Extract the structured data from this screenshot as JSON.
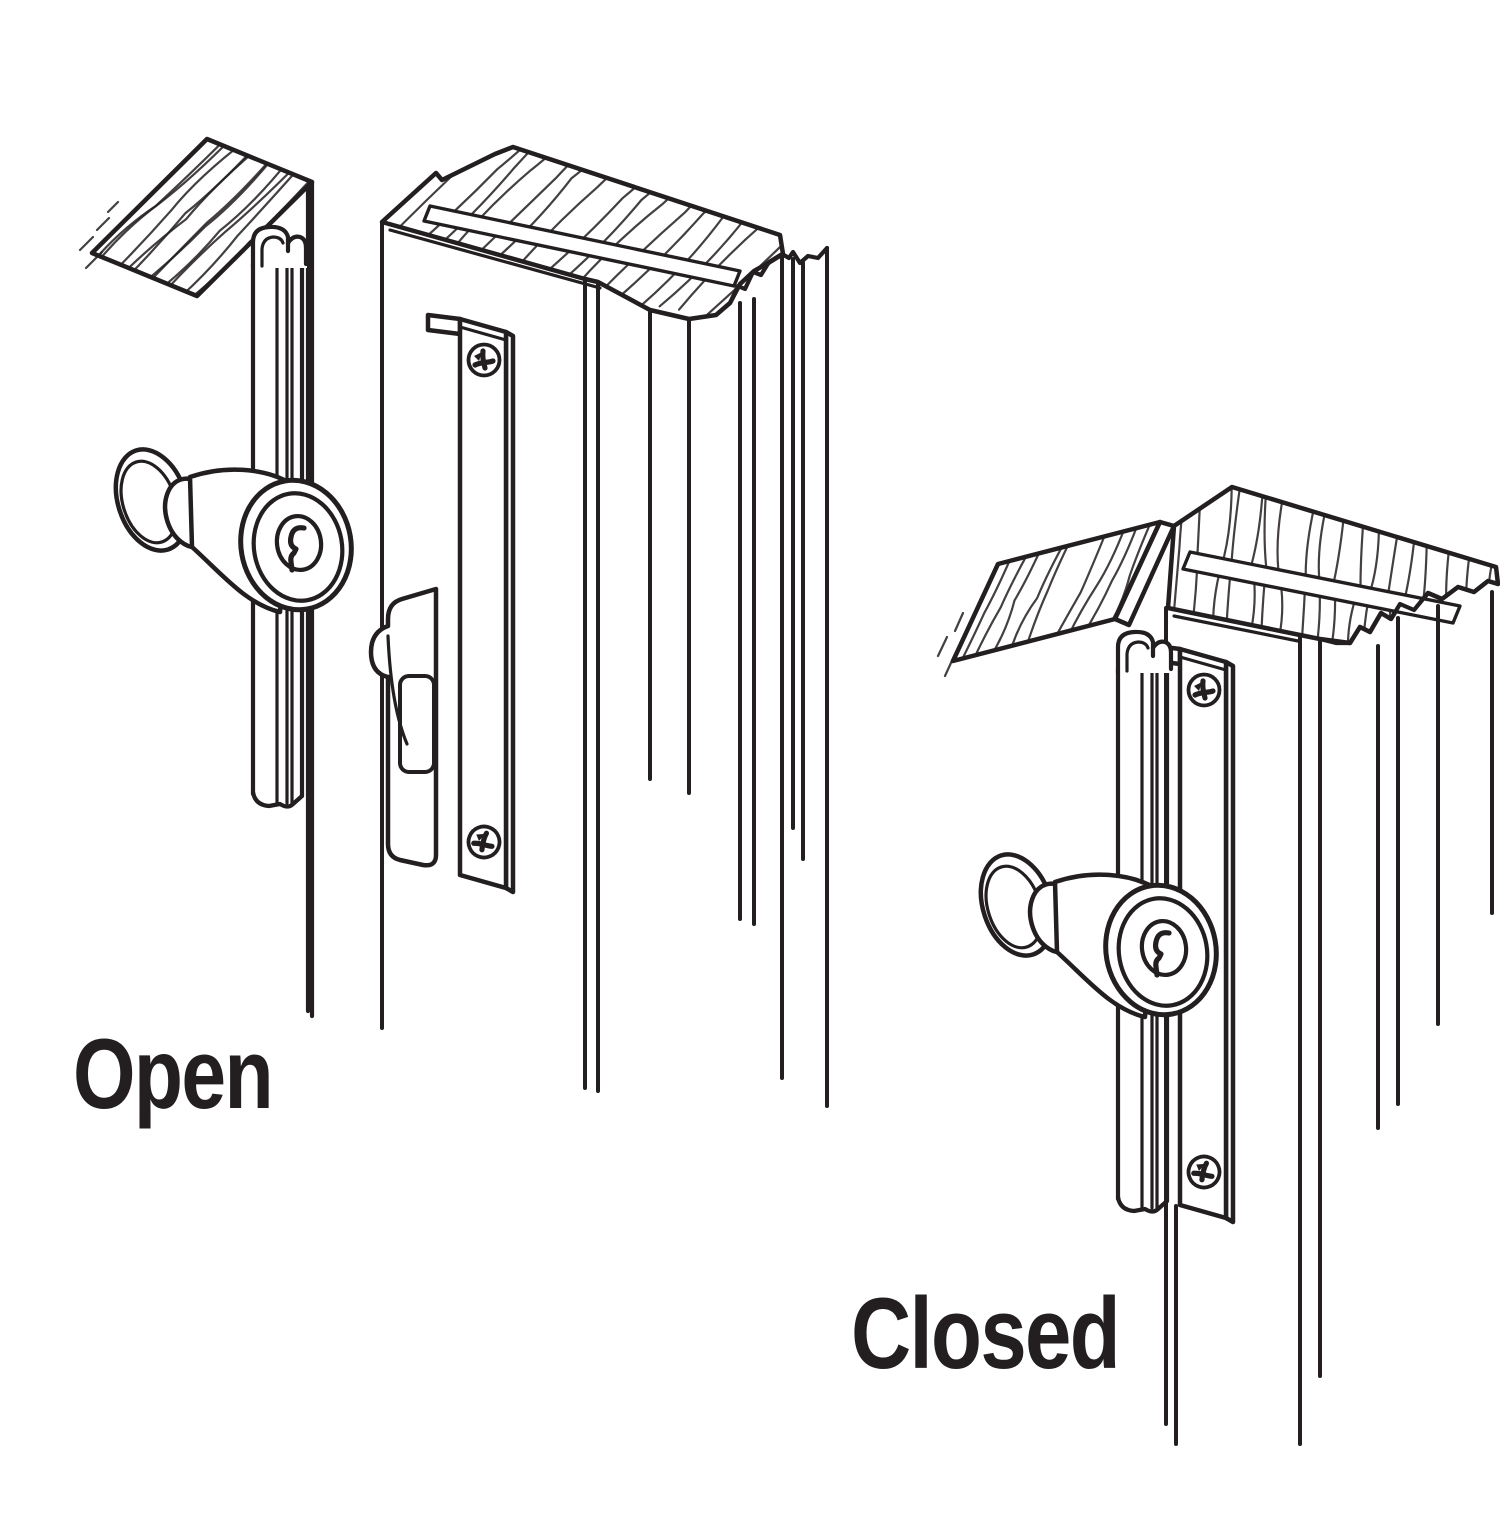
{
  "figure": {
    "type": "instruction-illustration",
    "subject": "sliding patio door keyed lock shown in two states",
    "background": "#ffffff",
    "line_color": "#231f20",
    "states": [
      {
        "id": "open",
        "label": "Open"
      },
      {
        "id": "closed",
        "label": "Closed"
      }
    ],
    "components": [
      "door-stile-wood-top",
      "door-jamb-wood-top",
      "lock-track",
      "keyed-knob-cylinder",
      "keyhole-icon",
      "strike-plate",
      "phillips-screw-icon",
      "latch-keeper",
      "wood-grain"
    ]
  },
  "labels": {
    "open": "Open",
    "closed": "Closed"
  }
}
